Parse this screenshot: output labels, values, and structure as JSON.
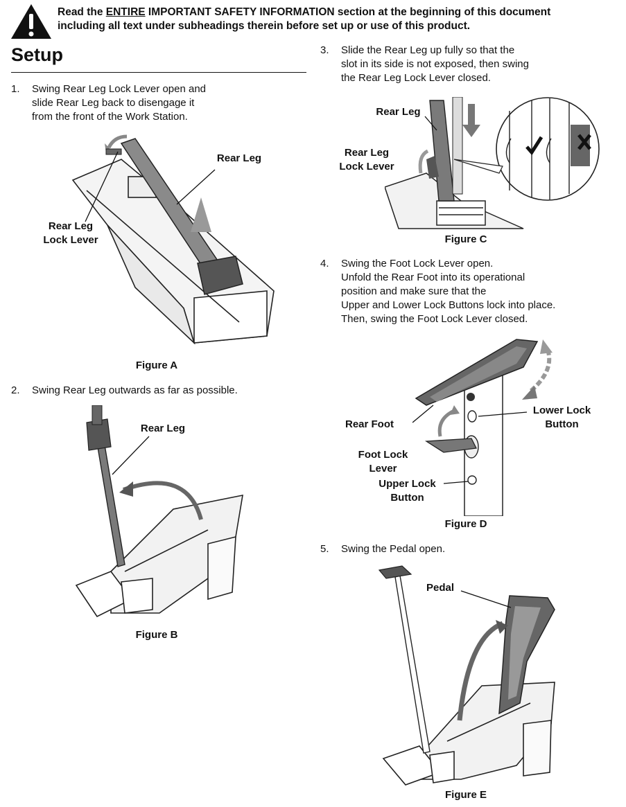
{
  "warning": {
    "line1_prefix": "Read the ",
    "line1_underlined": "ENTIRE",
    "line1_suffix": " IMPORTANT SAFETY INFORMATION section at the beginning of this document",
    "line2": "including all text under subheadings therein before set up or use of this product."
  },
  "title": "Setup",
  "steps": [
    {
      "num": "1.",
      "text": "Swing Rear Leg Lock Lever open and\nslide Rear Leg back to disengage it\nfrom the front of the Work Station."
    },
    {
      "num": "2.",
      "text": "Swing Rear Leg outwards as far as possible."
    },
    {
      "num": "3.",
      "text": "Slide the Rear Leg up fully so that the\nslot in its side is not exposed, then swing\nthe Rear Leg Lock Lever closed."
    },
    {
      "num": "4.",
      "text": "Swing the Foot Lock Lever open.\nUnfold the Rear Foot into its operational\nposition and make sure that the\nUpper and Lower Lock Buttons lock into place.\nThen, swing the Foot Lock Lever closed."
    },
    {
      "num": "5.",
      "text": "Swing the Pedal open."
    }
  ],
  "figures": {
    "a": {
      "caption": "Figure A",
      "callouts": [
        "Rear Leg",
        "Rear Leg\nLock Lever"
      ]
    },
    "b": {
      "caption": "Figure B",
      "callouts": [
        "Rear Leg"
      ]
    },
    "c": {
      "caption": "Figure C",
      "callouts": [
        "Rear Leg",
        "Rear Leg\nLock Lever"
      ]
    },
    "d": {
      "caption": "Figure D",
      "callouts": [
        "Rear Foot",
        "Lower Lock\nButton",
        "Foot Lock\nLever",
        "Upper Lock\nButton"
      ]
    },
    "e": {
      "caption": "Figure E",
      "callouts": [
        "Pedal"
      ]
    }
  }
}
